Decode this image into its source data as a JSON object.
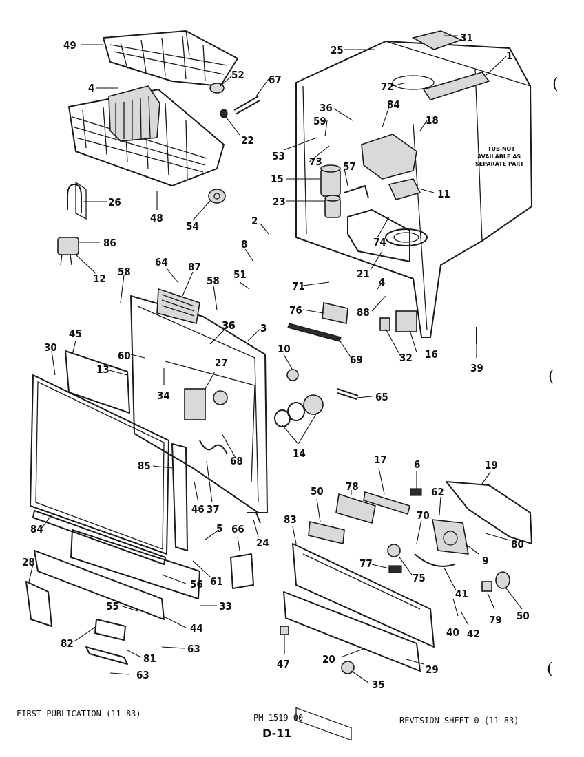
{
  "diagram": {
    "callouts": [
      "49",
      "52",
      "67",
      "4",
      "22",
      "26",
      "48",
      "54",
      "53",
      "86",
      "12",
      "58",
      "64",
      "87",
      "58",
      "36",
      "51",
      "8",
      "2",
      "45",
      "30",
      "13",
      "60",
      "34",
      "27",
      "3",
      "36",
      "85",
      "68",
      "37",
      "46",
      "84",
      "5",
      "61",
      "66",
      "24",
      "28",
      "56",
      "55",
      "33",
      "44",
      "82",
      "81",
      "63",
      "63",
      "25",
      "31",
      "1",
      "72",
      "36",
      "59",
      "84",
      "18",
      "73",
      "15",
      "57",
      "11",
      "23",
      "74",
      "21",
      "71",
      "4",
      "88",
      "76",
      "69",
      "16",
      "32",
      "39",
      "10",
      "65",
      "14",
      "17",
      "6",
      "19",
      "62",
      "78",
      "50",
      "83",
      "70",
      "80",
      "9",
      "77",
      "75",
      "41",
      "40",
      "42",
      "79",
      "50",
      "47",
      "20",
      "29",
      "35"
    ],
    "tub_note": [
      "TUB NOT",
      "AVAILABLE AS",
      "SEPARATE PART"
    ]
  },
  "footer": {
    "left": "FIRST PUBLICATION (11-83)",
    "center": "PM-1519-00",
    "right": "REVISION SHEET 0 (11-83)",
    "page": "D-11"
  },
  "margin_marks": [
    "(",
    "(",
    "("
  ]
}
